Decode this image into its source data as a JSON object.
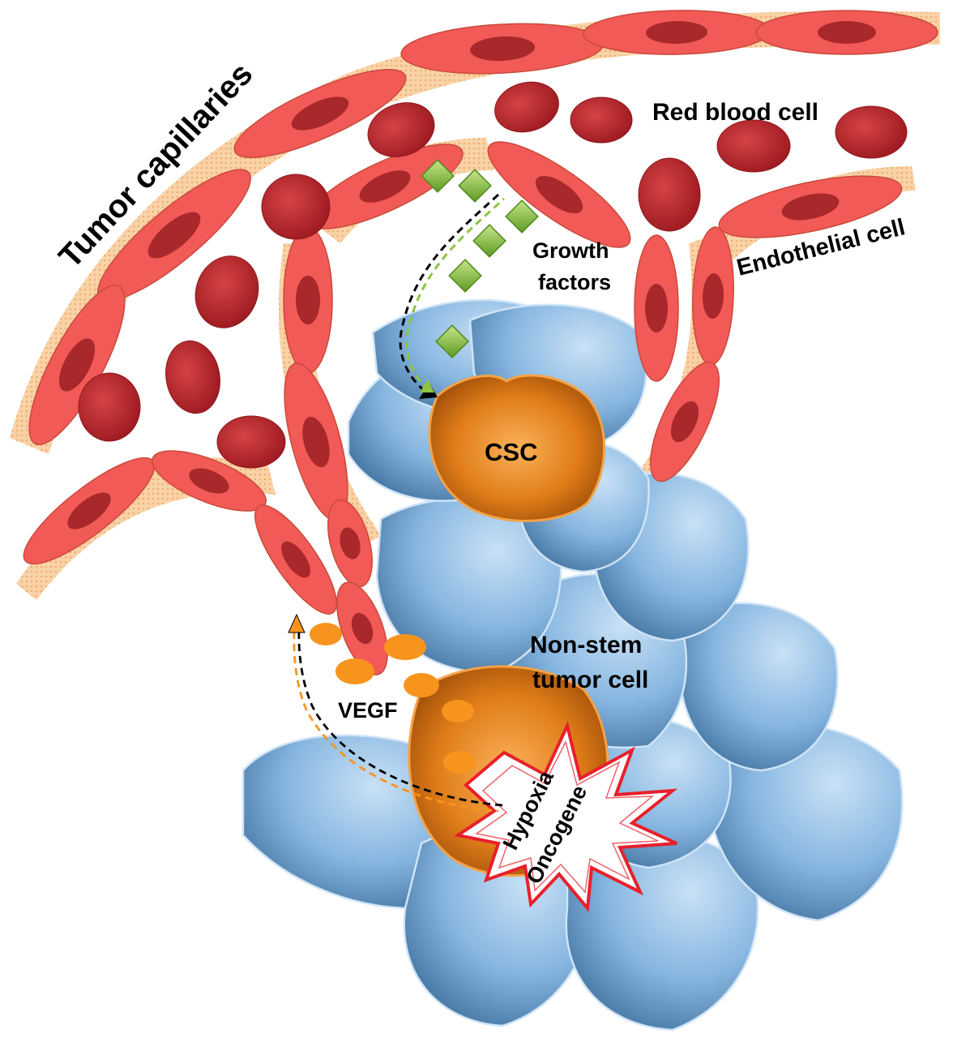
{
  "labels": {
    "tumor_capillaries": "Tumor capillaries",
    "red_blood_cell": "Red blood cell",
    "endothelial_cell": "Endothelial cell",
    "growth_factors_line1": "Growth",
    "growth_factors_line2": "factors",
    "csc": "CSC",
    "non_stem_line1": "Non-stem",
    "non_stem_line2": "tumor cell",
    "vegf": "VEGF",
    "hypoxia": "Hypoxia",
    "oncogene": "Oncogene"
  },
  "colors": {
    "endothelial": "#f25a57",
    "endothelial_nucleus": "#a8282b",
    "red_blood_cell": "#c8262c",
    "vessel_wall": "#f6c89a",
    "tumor_cell": "#7fb2df",
    "tumor_cell_dark": "#3e6f9c",
    "csc": "#f4932a",
    "growth_factor": "#8cc63f",
    "vegf": "#f7941d",
    "burst_outline": "#e8202a"
  }
}
